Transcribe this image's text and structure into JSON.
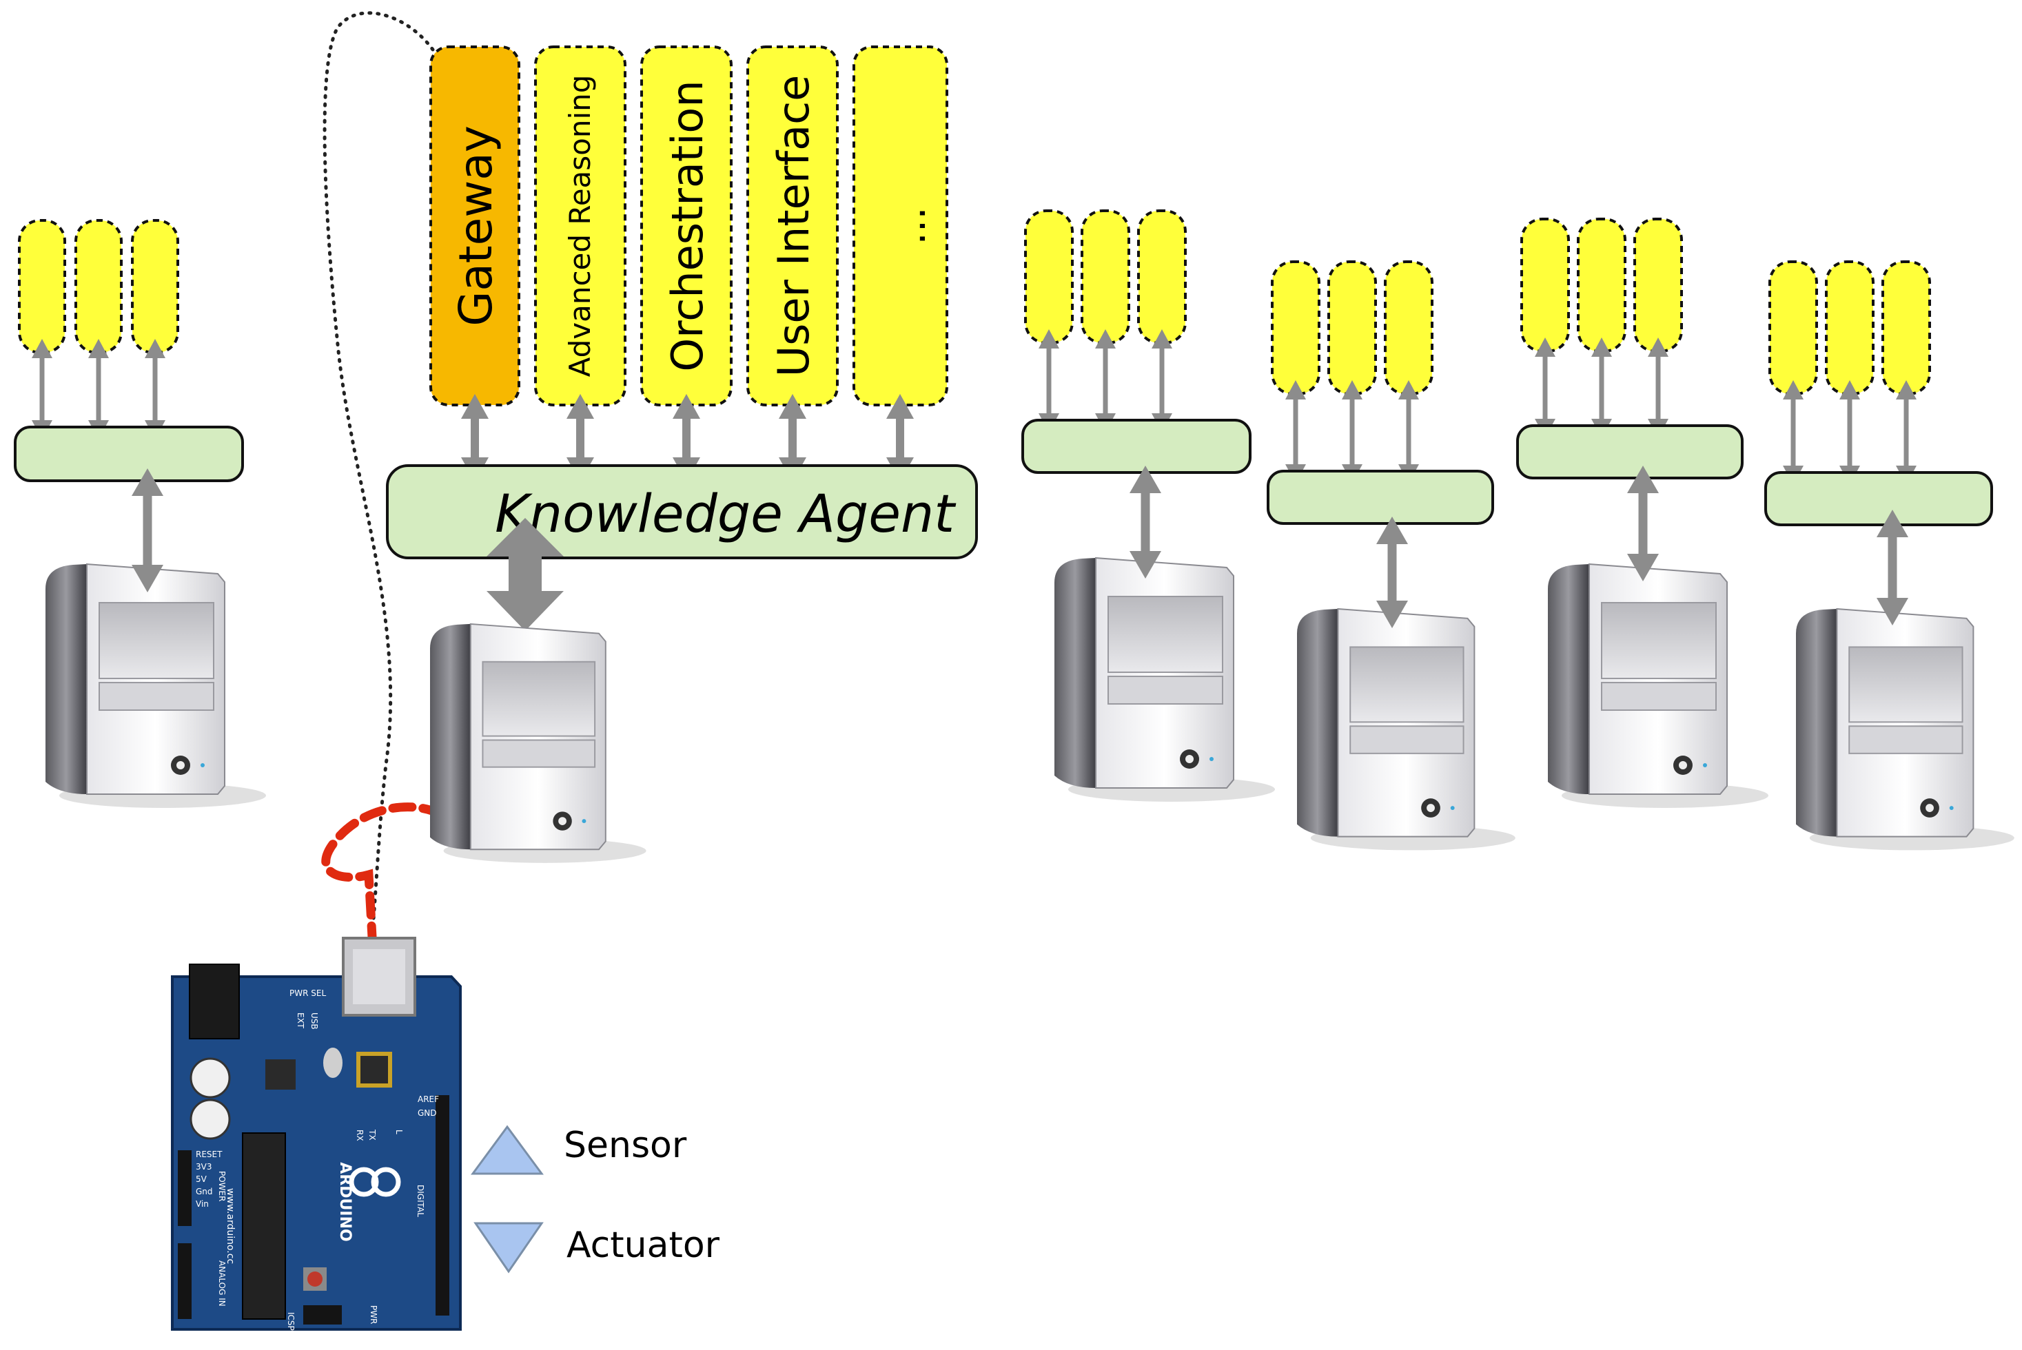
{
  "knowledge_agent": {
    "label": "Knowledge Agent"
  },
  "capabilities": [
    {
      "label": "Gateway",
      "highlighted": true
    },
    {
      "label": "Advanced Reasoning",
      "highlighted": false
    },
    {
      "label": "Orchestration",
      "highlighted": false
    },
    {
      "label": "User Interface",
      "highlighted": false
    },
    {
      "label": "...",
      "highlighted": false
    }
  ],
  "legend": {
    "sensor": {
      "label": "Sensor",
      "icon": "triangle-up-icon"
    },
    "actuator": {
      "label": "Actuator",
      "icon": "triangle-down-icon"
    }
  },
  "board": {
    "brand": "ARDUINO",
    "url": "www.arduino.cc",
    "pins_labels": [
      "AREF",
      "GND",
      "DIGITAL",
      "RESET",
      "3V3",
      "5V",
      "Gnd",
      "Vin",
      "POWER",
      "ANALOG IN",
      "ICSP",
      "PWR",
      "PWR SEL",
      "USB",
      "EXT",
      "TX",
      "RX",
      "L"
    ]
  },
  "colors": {
    "module_yellow": "#ffff3a",
    "module_orange": "#f7b800",
    "agent_green": "#d5ecc0",
    "arrow_gray": "#8c8c8c",
    "link_red": "#e02a10",
    "legend_blue": "#a9c5f0",
    "board_blue": "#1d4a86"
  }
}
